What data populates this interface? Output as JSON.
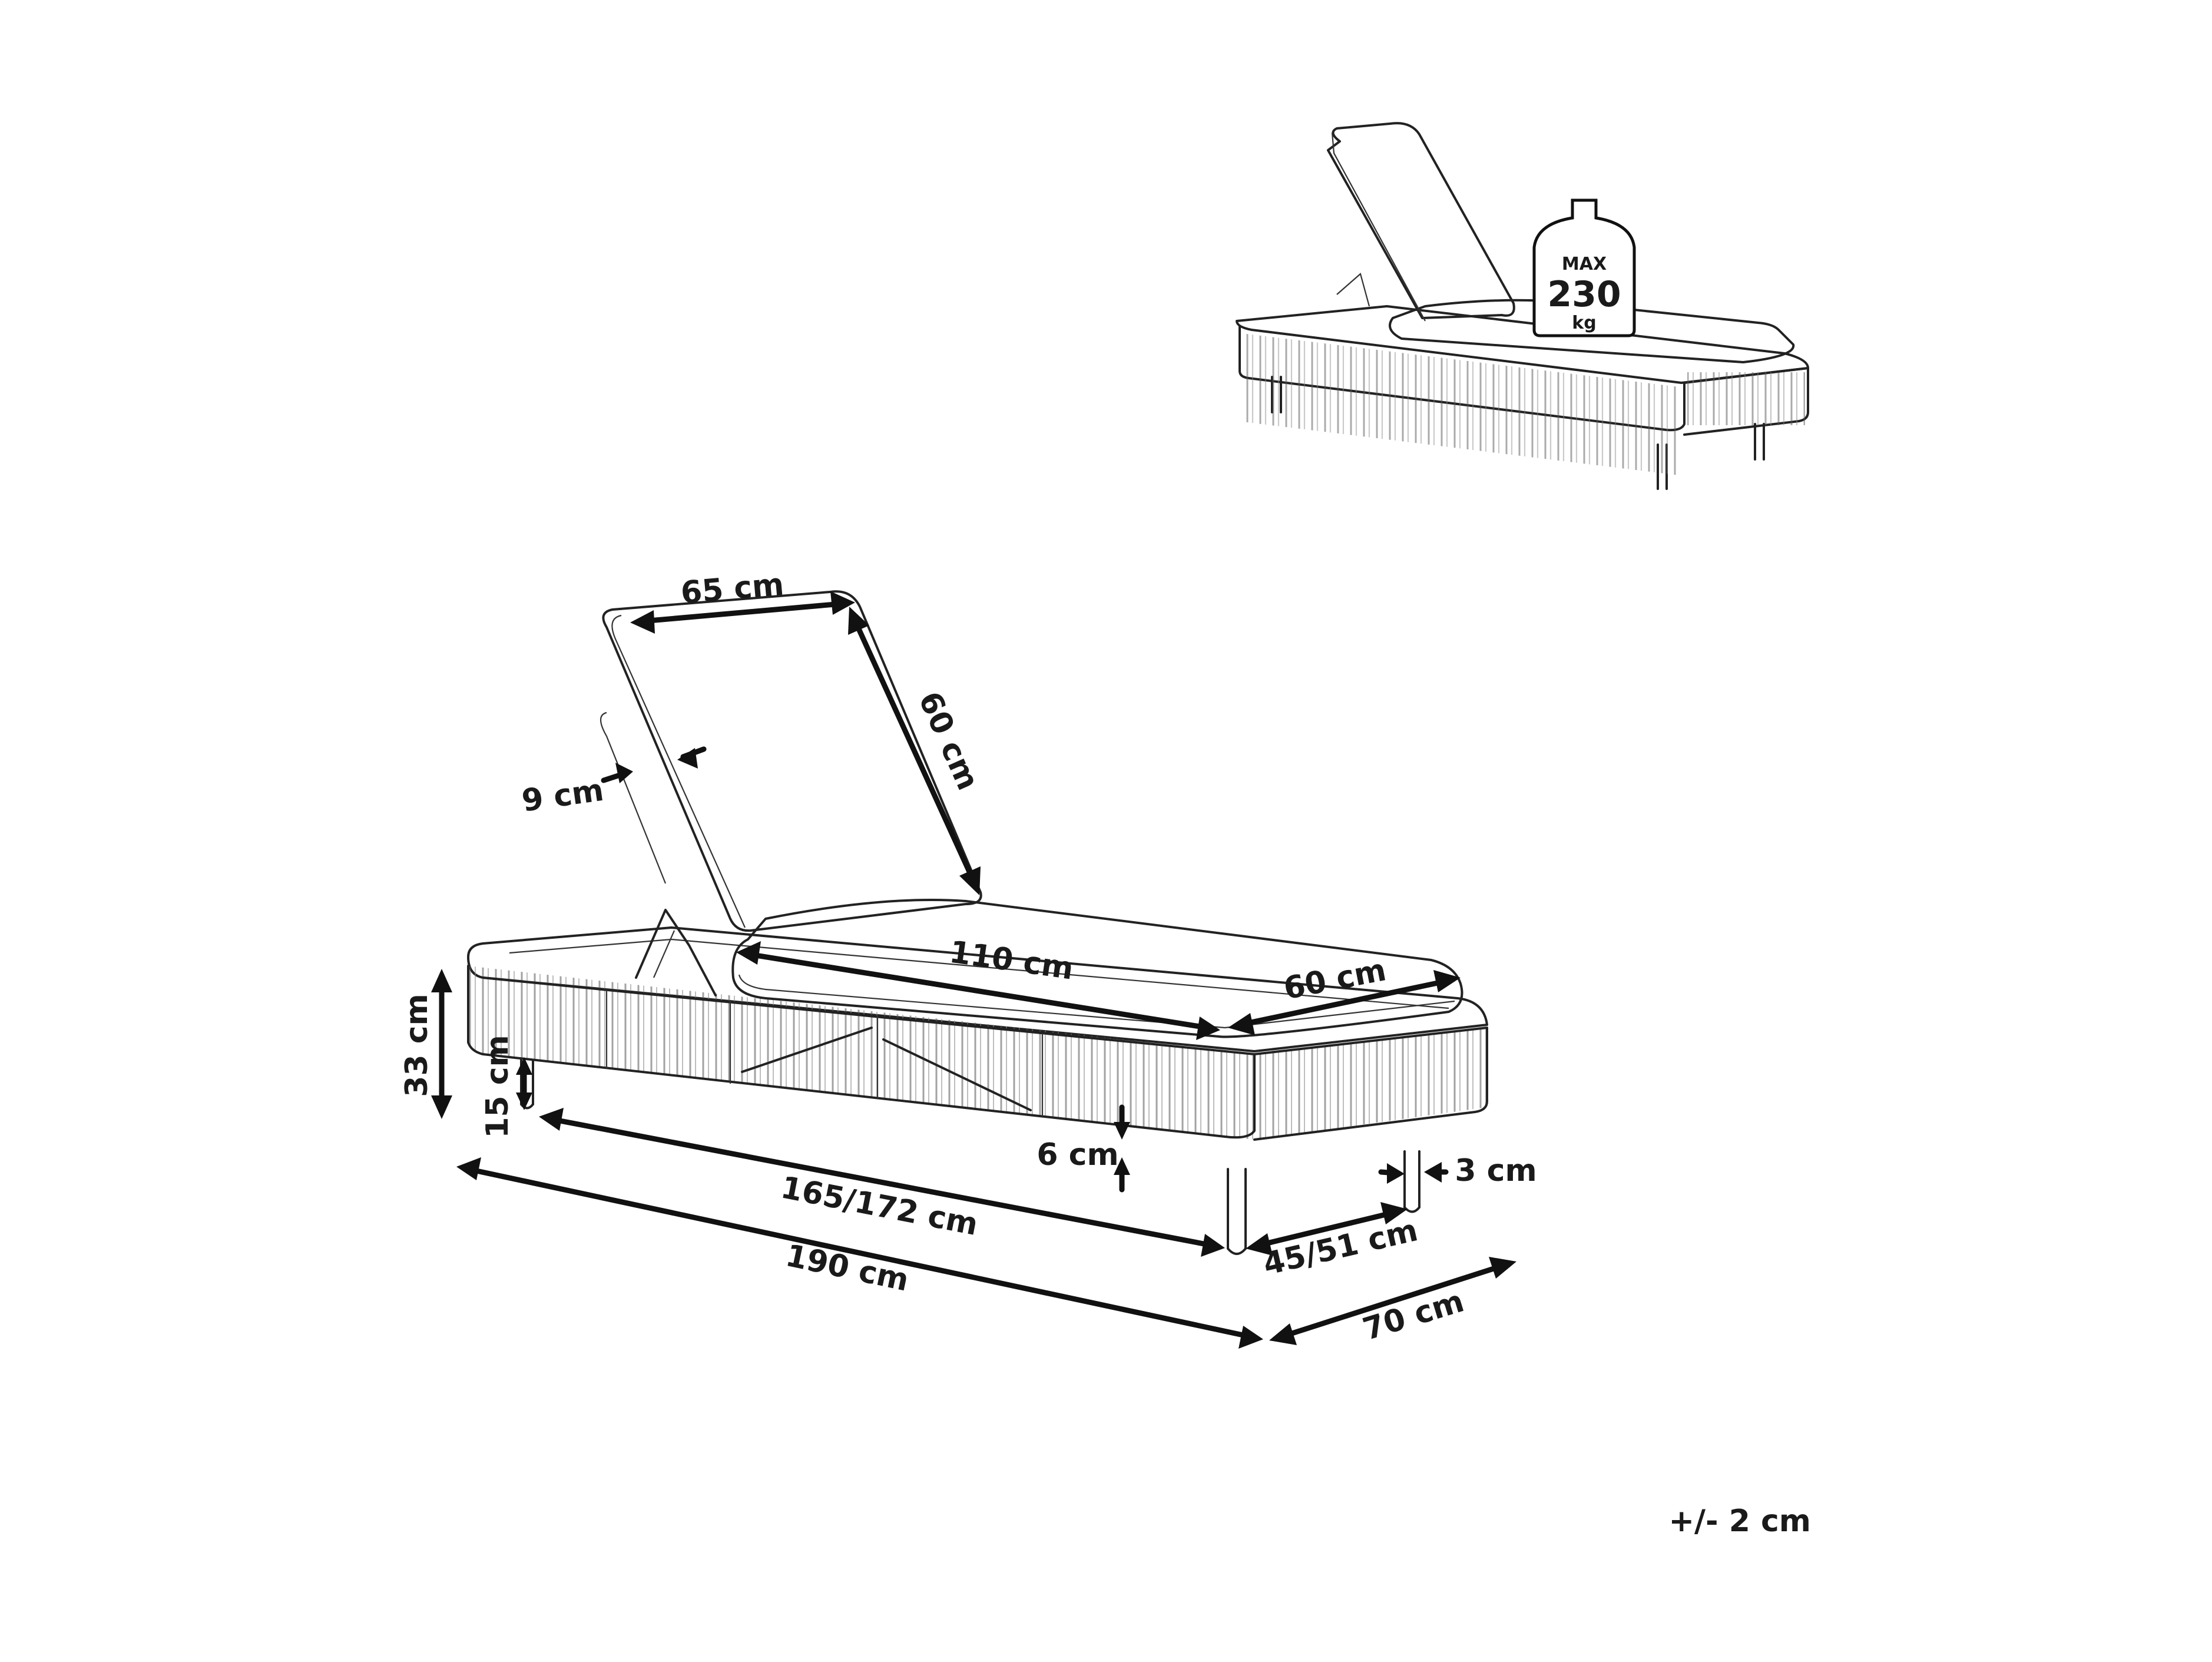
{
  "diagram": {
    "dimensions": {
      "backrest_width": "65 cm",
      "backrest_length": "60 cm",
      "cushion_thickness": "9 cm",
      "seat_length": "110 cm",
      "seat_width": "60 cm",
      "total_height": "33 cm",
      "leg_height": "15 cm",
      "frame_gap": "6 cm",
      "leg_width": "3 cm",
      "leg_span_length": "165/172 cm",
      "leg_span_width": "45/51 cm",
      "total_length": "190 cm",
      "total_width": "70 cm"
    },
    "max_load": {
      "label": "MAX",
      "value": "230",
      "unit": "kg"
    },
    "tolerance": "+/- 2 cm"
  }
}
